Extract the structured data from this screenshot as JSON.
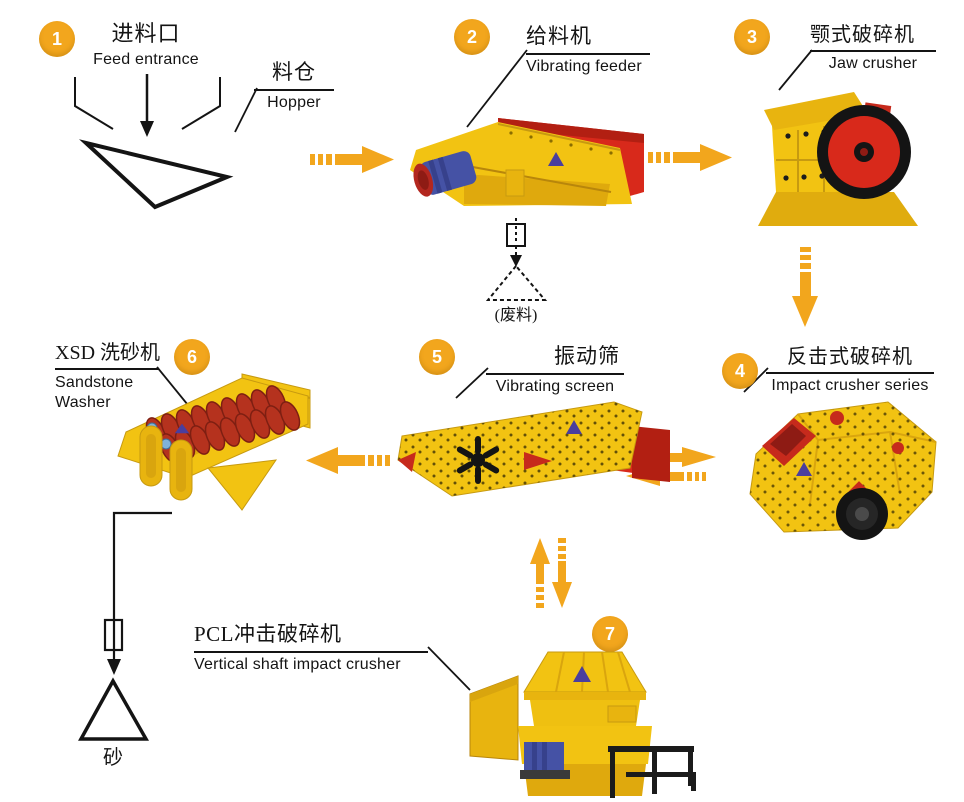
{
  "diagram": "sand-production-line-flow",
  "colors": {
    "accent_gold": "#F2A61D",
    "machine_yellow": "#F2C312",
    "machine_yellow_dark": "#DFA90D",
    "machine_red": "#D8291B",
    "motor_blue": "#4552A5",
    "line_black": "#141414"
  },
  "stations": {
    "feed": {
      "badge": "1",
      "zh": "进料口",
      "en": "Feed entrance"
    },
    "hopper": {
      "zh": "料仓",
      "en": "Hopper"
    },
    "feeder": {
      "badge": "2",
      "zh": "给料机",
      "en": "Vibrating feeder"
    },
    "jaw": {
      "badge": "3",
      "zh": "颚式破碎机",
      "en": "Jaw crusher"
    },
    "impact": {
      "badge": "4",
      "zh": "反击式破碎机",
      "en": "Impact crusher series"
    },
    "screen": {
      "badge": "5",
      "zh": "振动筛",
      "en": "Vibrating screen"
    },
    "washer": {
      "badge": "6",
      "zh": "XSD 洗砂机",
      "en": "Sandstone\nWasher"
    },
    "vsi": {
      "badge": "7",
      "zh": "PCL冲击破碎机",
      "en": "Vertical shaft impact crusher"
    }
  },
  "outputs": {
    "waste": "(废料)",
    "sand": "砂"
  },
  "connections": [
    {
      "from": "hopper",
      "to": "feeder",
      "style": "gold-arrow",
      "direction": "right"
    },
    {
      "from": "feeder",
      "to": "jaw",
      "style": "gold-arrow",
      "direction": "right"
    },
    {
      "from": "feeder",
      "to": "waste",
      "style": "dashed-black",
      "direction": "down"
    },
    {
      "from": "jaw",
      "to": "impact",
      "style": "gold-arrow",
      "direction": "down"
    },
    {
      "from": "impact",
      "to": "screen",
      "style": "gold-arrow-double",
      "direction": "left-and-right"
    },
    {
      "from": "screen",
      "to": "washer",
      "style": "gold-arrow",
      "direction": "left"
    },
    {
      "from": "screen",
      "to": "vsi",
      "style": "gold-arrow-double",
      "direction": "up-and-down"
    },
    {
      "from": "washer",
      "to": "sand",
      "style": "solid-black",
      "direction": "down"
    }
  ]
}
